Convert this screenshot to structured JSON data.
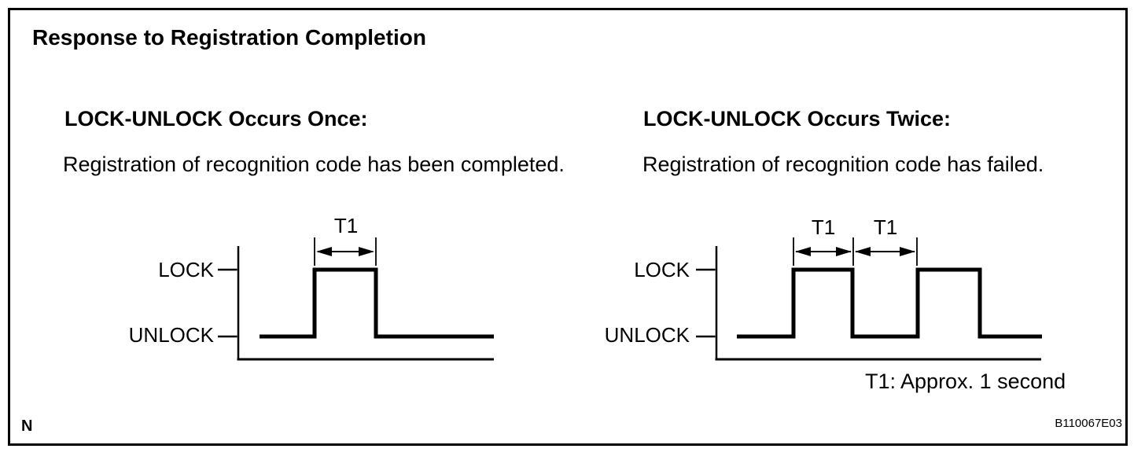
{
  "figure": {
    "title": "Response to Registration Completion",
    "timing_note": "T1: Approx. 1 second",
    "page_marker": "N",
    "figure_code": "B110067E03",
    "colors": {
      "line": "#000000",
      "background": "#ffffff"
    }
  },
  "left_panel": {
    "heading": "LOCK-UNLOCK Occurs Once:",
    "description": "Registration of recognition code has been completed.",
    "diagram": {
      "high_label": "LOCK",
      "low_label": "UNLOCK",
      "interval_label": "T1",
      "pulses": 1
    }
  },
  "right_panel": {
    "heading": "LOCK-UNLOCK Occurs Twice:",
    "description": "Registration of recognition code has failed.",
    "diagram": {
      "high_label": "LOCK",
      "low_label": "UNLOCK",
      "interval_labels": [
        "T1",
        "T1"
      ],
      "pulses": 2
    }
  }
}
